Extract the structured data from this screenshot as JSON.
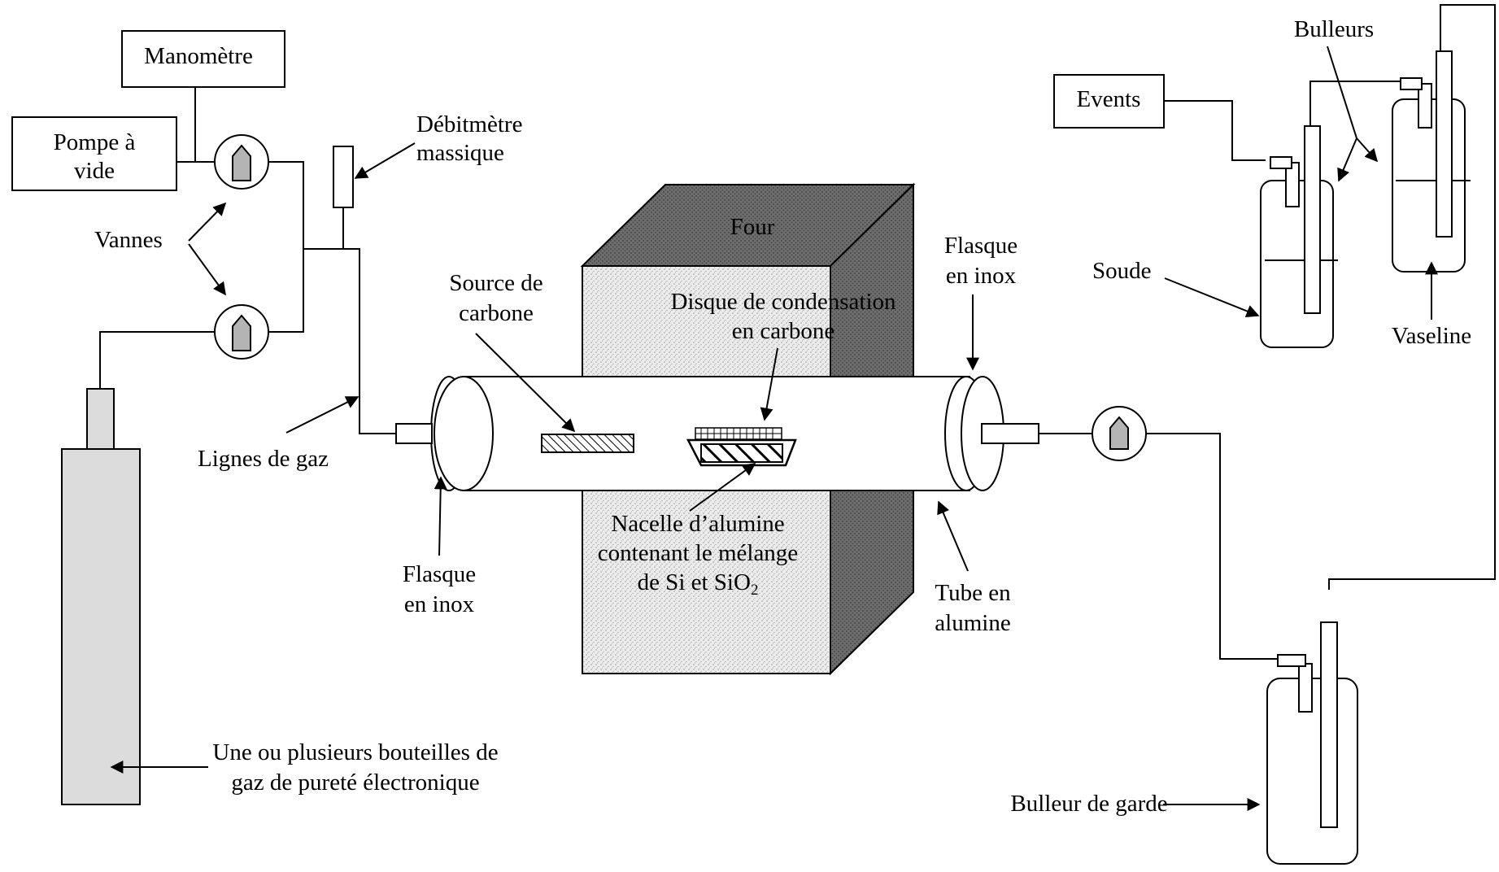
{
  "labels": {
    "manometre": "Manomètre",
    "pompe_line1": "Pompe à",
    "pompe_line2": "vide",
    "vannes": "Vannes",
    "debitmetre_line1": "Débitmètre",
    "debitmetre_line2": "massique",
    "lignes_gaz": "Lignes de gaz",
    "source_line1": "Source de",
    "source_line2": "carbone",
    "disque_line1": "Disque de condensation",
    "disque_line2": "en carbone",
    "four": "Four",
    "flasque_right_line1": "Flasque",
    "flasque_right_line2": "en inox",
    "flasque_left_line1": "Flasque",
    "flasque_left_line2": "en inox",
    "nacelle_line1": "Nacelle d’alumine",
    "nacelle_line2": "contenant le mélange",
    "nacelle_line3_pre": "de Si et SiO",
    "nacelle_line3_sub": "2",
    "tube_line1": "Tube en",
    "tube_line2": "alumine",
    "bouteilles_line1": "Une ou plusieurs bouteilles de",
    "bouteilles_line2": "gaz de pureté électronique",
    "events": "Events",
    "bulleurs": "Bulleurs",
    "soude": "Soude",
    "vaseline": "Vaseline",
    "bulleur_garde": "Bulleur de garde"
  },
  "colors": {
    "cylinder": "#dcdcdc",
    "valve_marker": "#b4b4b4",
    "oven_top": "#7a7a7a",
    "oven_side": "#5a5a5a",
    "oven_front": "#e6e6e6",
    "stroke": "#000000"
  }
}
